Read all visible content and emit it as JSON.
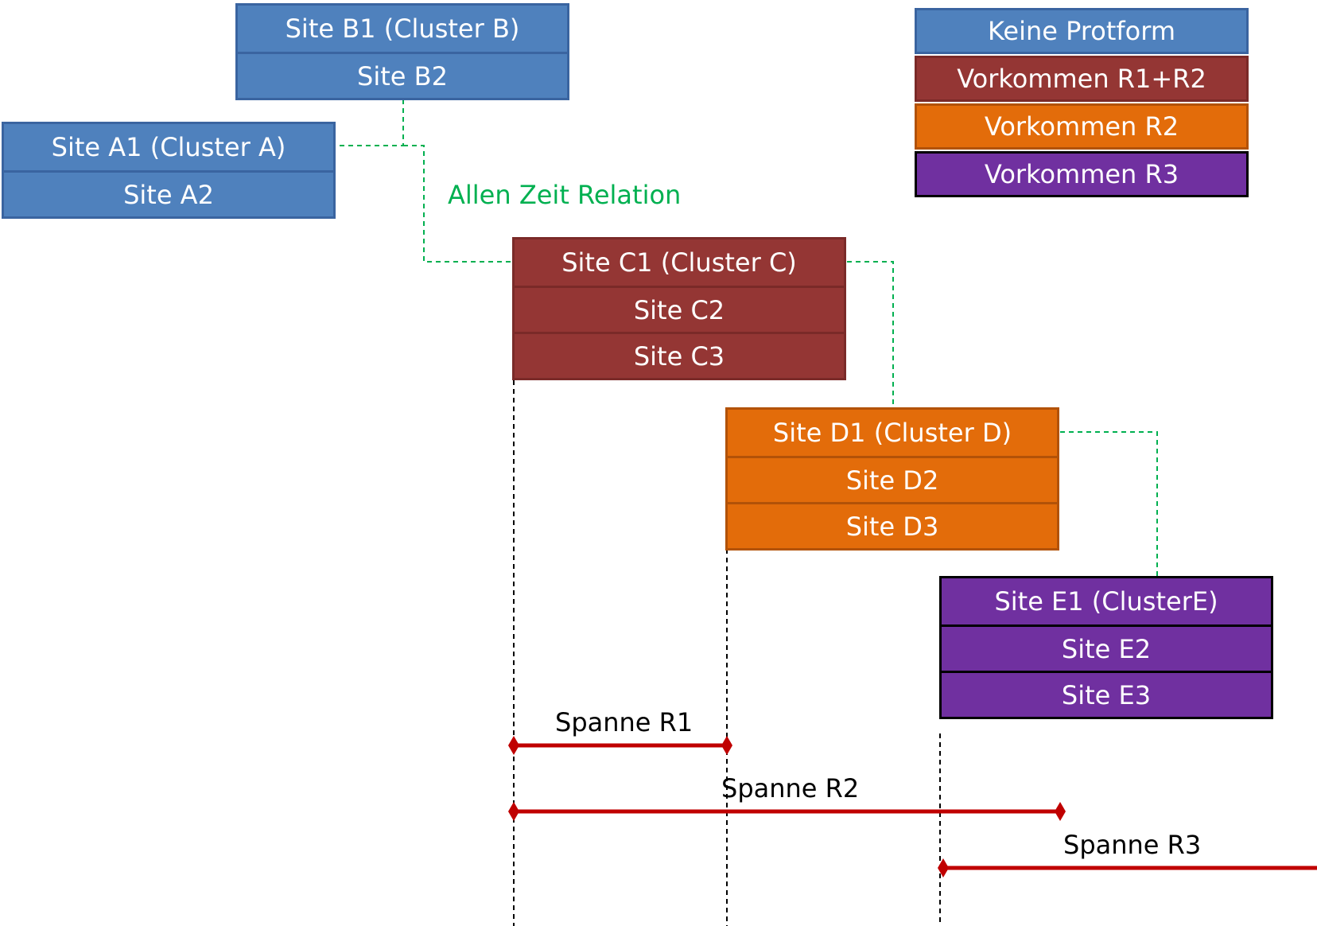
{
  "colors": {
    "none": "#4f81bd",
    "r1r2": "#943634",
    "r2": "#e36c0a",
    "r3": "#7030a0",
    "relation_line": "#00b050",
    "span_line": "#c00000",
    "guide_line": "#000000"
  },
  "legend": [
    {
      "label": "Keine Protform",
      "color": "#4f81bd",
      "border": "#3a64a0"
    },
    {
      "label": "Vorkommen R1+R2",
      "color": "#943634",
      "border": "#7a2a28"
    },
    {
      "label": "Vorkommen R2",
      "color": "#e36c0a",
      "border": "#b25208"
    },
    {
      "label": "Vorkommen R3",
      "color": "#7030a0",
      "border": "#000000"
    }
  ],
  "clusters": {
    "b": {
      "sites": [
        "Site B1 (Cluster B)",
        "Site B2"
      ]
    },
    "a": {
      "sites": [
        "Site A1 (Cluster A)",
        "Site A2"
      ]
    },
    "c": {
      "sites": [
        "Site C1 (Cluster C)",
        "Site C2",
        "Site C3"
      ]
    },
    "d": {
      "sites": [
        "Site D1 (Cluster D)",
        "Site D2",
        "Site D3"
      ]
    },
    "e": {
      "sites": [
        "Site E1 (ClusterE)",
        "Site E2",
        "Site E3"
      ]
    }
  },
  "relation_label": "Allen Zeit Relation",
  "spans": {
    "r1": "Spanne R1",
    "r2": "Spanne R2",
    "r3": "Spanne R3"
  }
}
